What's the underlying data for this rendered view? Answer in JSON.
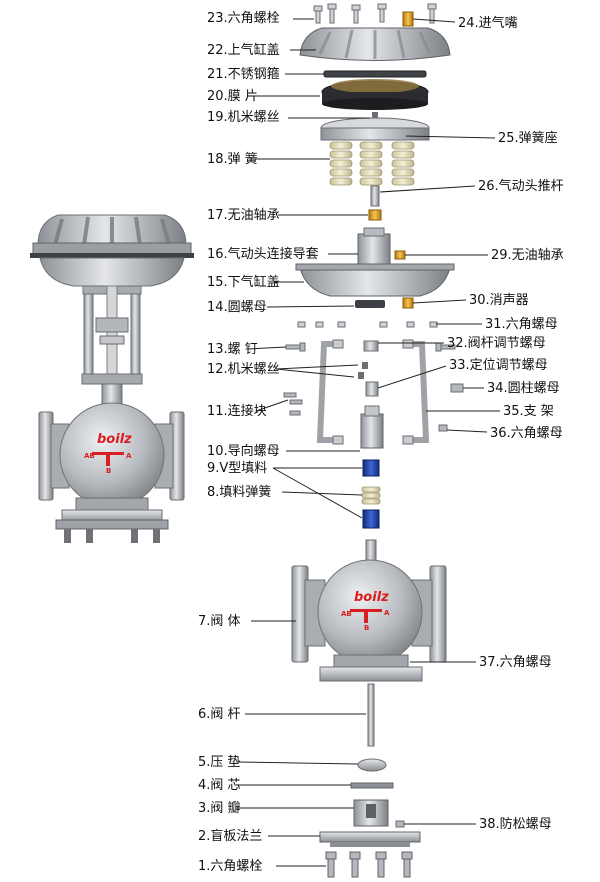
{
  "brand": "boilz",
  "port_labels": {
    "ab": "AB",
    "a": "A",
    "b": "B"
  },
  "colors": {
    "body_metal": "#b9bcc1",
    "dark_metal": "#6f7378",
    "spring": "#e9e4c4",
    "brass": "#e2a019",
    "packing_blue": "#1c3fa8",
    "brand_red": "#d81e1e",
    "leader": "#222222"
  },
  "labels": {
    "l23": "23.六角螺栓",
    "l22": "22.上气缸盖",
    "l21": "21.不锈钢箍",
    "l20": "20.膜 片",
    "l19": "19.机米螺丝",
    "l18": "18.弹 簧",
    "l17": "17.无油轴承",
    "l16": "16.气动头连接导套",
    "l15": "15.下气缸盖",
    "l14": "14.圆螺母",
    "l13": "13.螺 钉",
    "l12": "12.机米螺丝",
    "l11": "11.连接块",
    "l10": "10.导向螺母",
    "l9": "9.V型填料",
    "l8": "8.填料弹簧",
    "l7": "7.阀 体",
    "l6": "6.阀 杆",
    "l5": "5.压 垫",
    "l4": "4.阀 芯",
    "l3": "3.阀 瓣",
    "l2": "2.盲板法兰",
    "l1": "1.六角螺栓",
    "l24": "24.进气嘴",
    "l25": "25.弹簧座",
    "l26": "26.气动头推杆",
    "l29": "29.无油轴承",
    "l30": "30.消声器",
    "l31": "31.六角螺母",
    "l32": "32.阀杆调节螺母",
    "l33": "33.定位调节螺母",
    "l34": "34.圆柱螺母",
    "l35": "35.支 架",
    "l36": "36.六角螺母",
    "l37": "37.六角螺母",
    "l38": "38.防松螺母"
  }
}
